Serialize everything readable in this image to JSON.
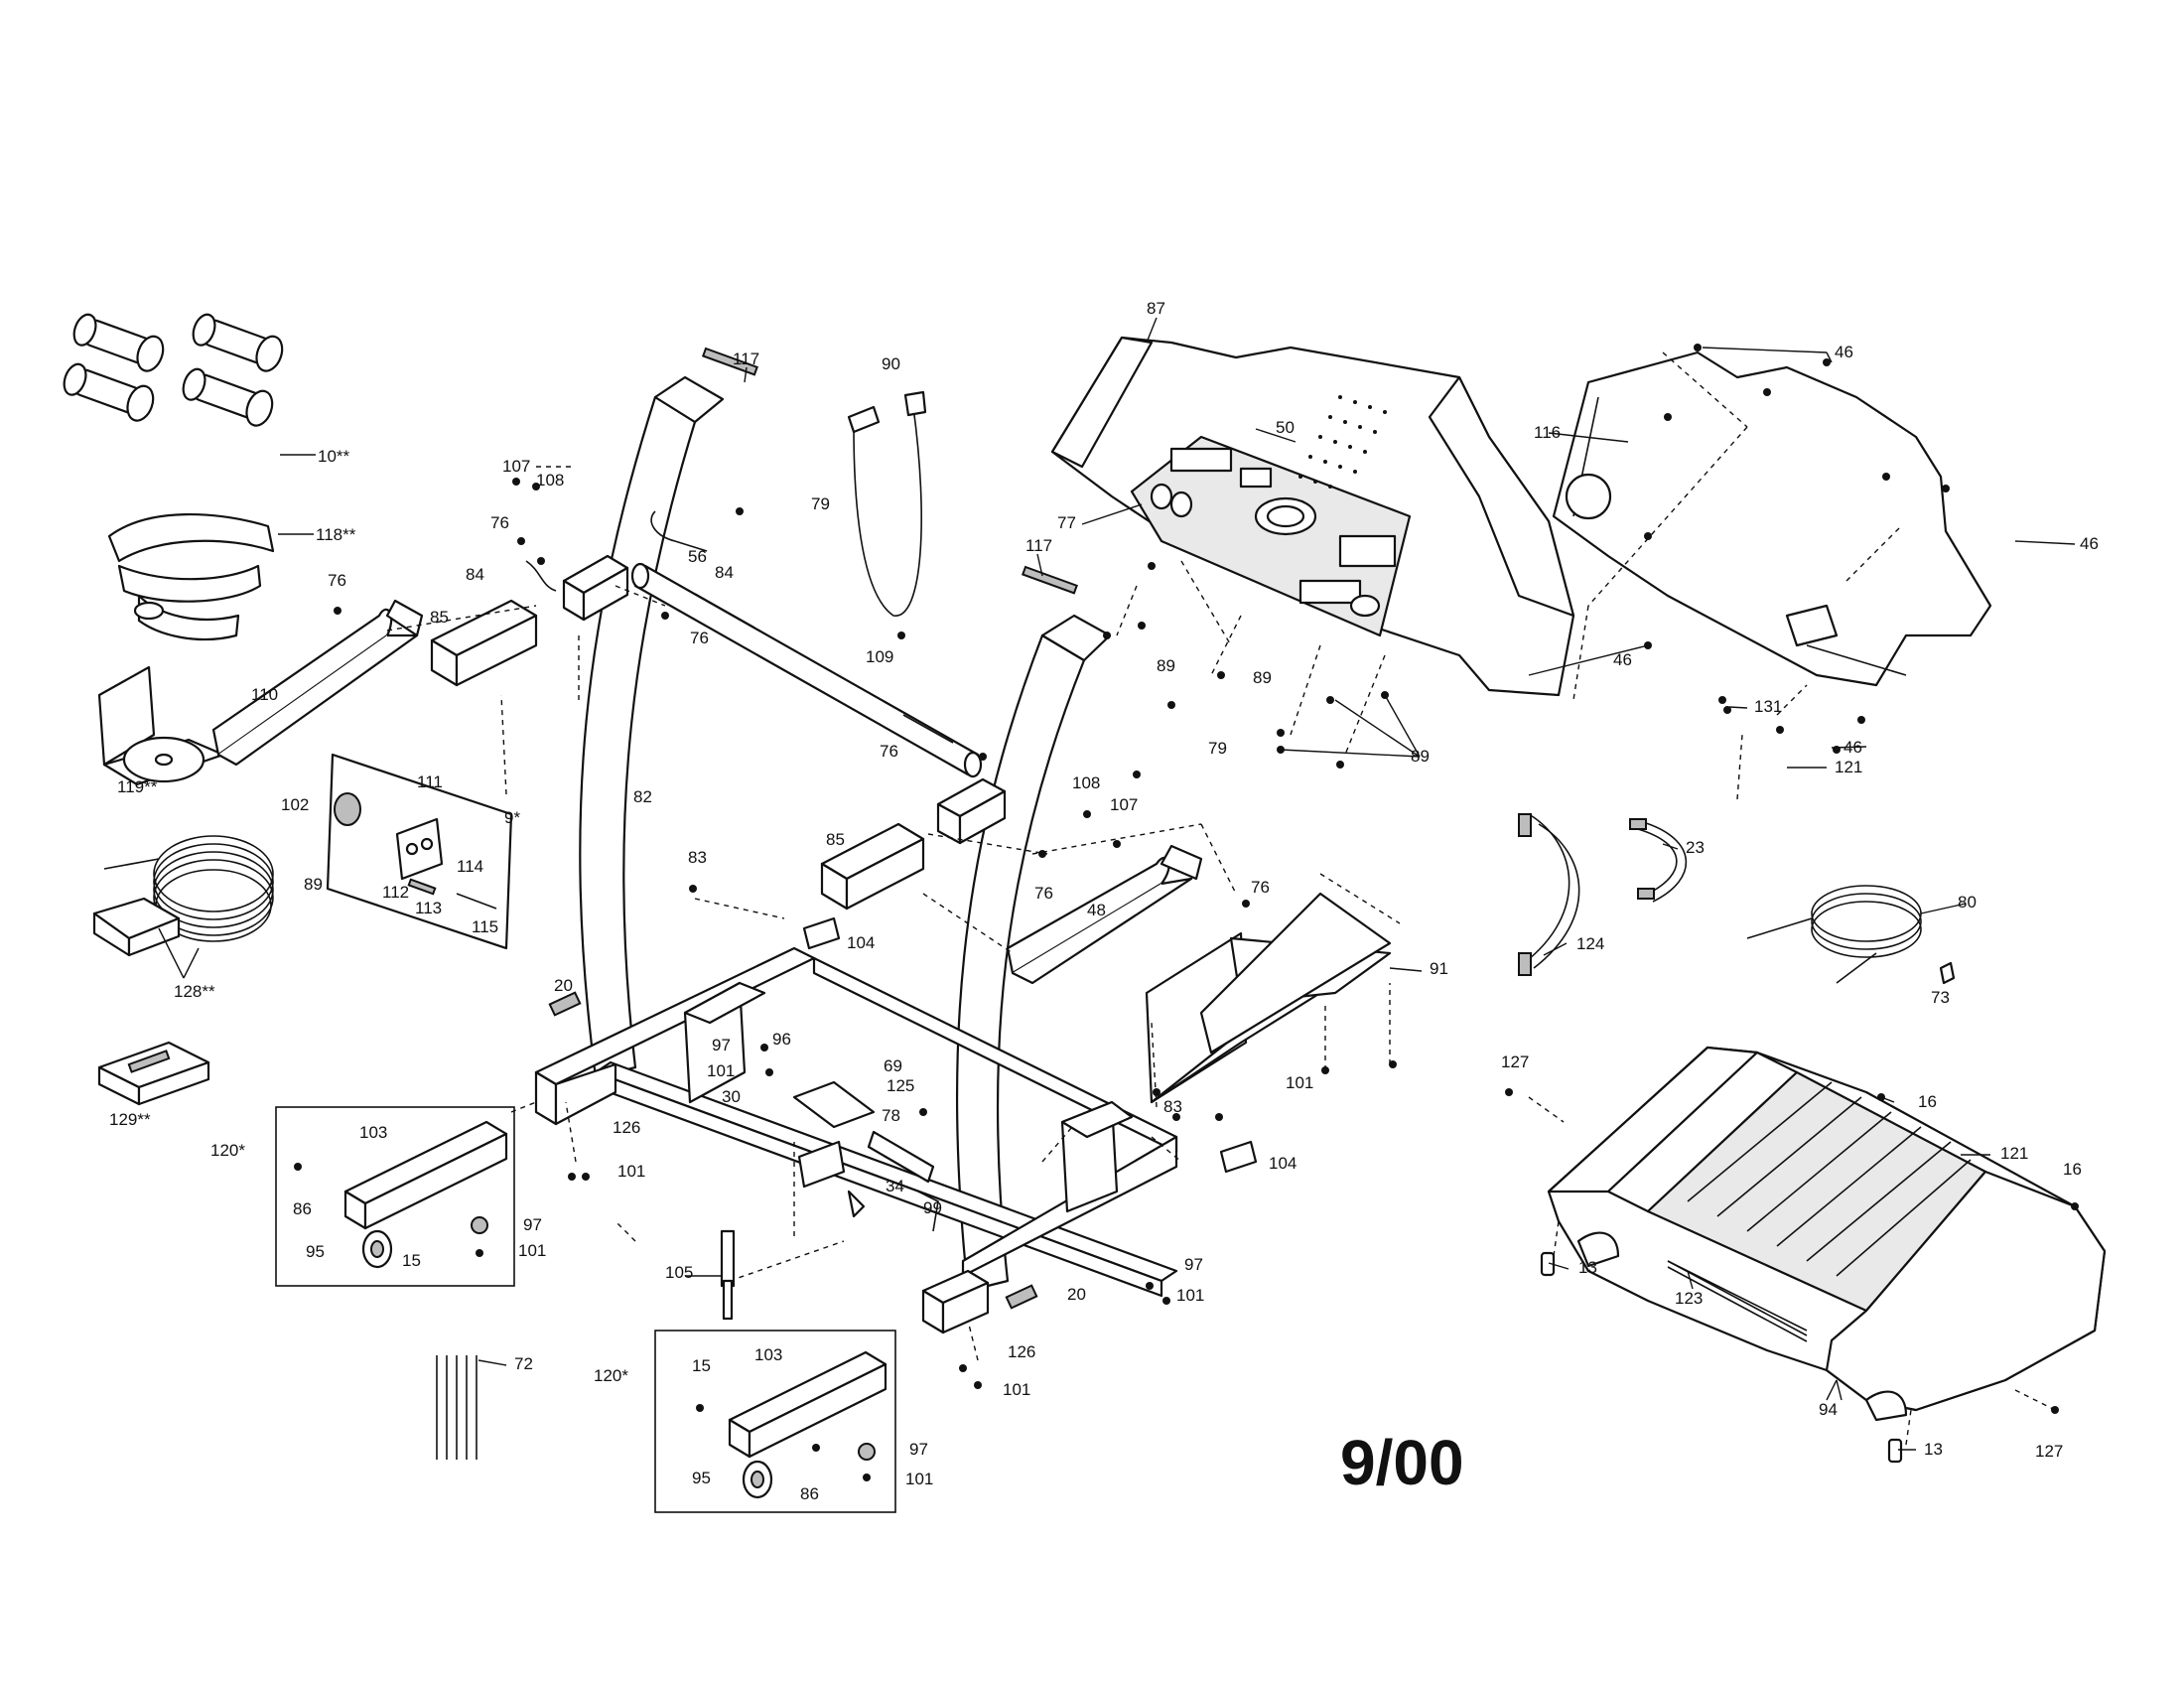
{
  "date_code": "9/00",
  "callouts": {
    "c10": "10**",
    "c118": "118**",
    "c119": "119**",
    "c128": "128**",
    "c129": "129**",
    "c117a": "117",
    "c117b": "117",
    "c90": "90",
    "c87": "87",
    "c50": "50",
    "c77": "77",
    "c46a": "46",
    "c46b": "46",
    "c46c": "46",
    "c46d": "46",
    "c116": "116",
    "c131": "131",
    "c121a": "121",
    "c107a": "107",
    "c108a": "108",
    "c76a": "76",
    "c76b": "76",
    "c76c": "76",
    "c76d": "76",
    "c76e": "76",
    "c76f": "76",
    "c84a": "84",
    "c84b": "84",
    "c56": "56",
    "c79a": "79",
    "c79b": "79",
    "c85a": "85",
    "c85b": "85",
    "c110": "110",
    "c109": "109",
    "c89a": "89",
    "c89b": "89",
    "c89c": "89",
    "c89d": "89",
    "c82": "82",
    "c111": "111",
    "c102": "102",
    "c9": "9*",
    "c114": "114",
    "c112": "112",
    "c113": "113",
    "c115": "115",
    "c108b": "108",
    "c107b": "107",
    "c83a": "83",
    "c83b": "83",
    "c104a": "104",
    "c104b": "104",
    "c48": "48",
    "c91": "91",
    "c23": "23",
    "c124": "124",
    "c80": "80",
    "c73": "73",
    "c20a": "20",
    "c20b": "20",
    "c97a": "97",
    "c97b": "97",
    "c97c": "97",
    "c97d": "97",
    "c96": "96",
    "c69": "69",
    "c125": "125",
    "c101a": "101",
    "c101b": "101",
    "c101c": "101",
    "c101d": "101",
    "c101e": "101",
    "c101f": "101",
    "c30": "30",
    "c78": "78",
    "c34": "34",
    "c99": "99",
    "c126a": "126",
    "c126b": "126",
    "c120a": "120*",
    "c120b": "120*",
    "c103a": "103",
    "c103b": "103",
    "c86a": "86",
    "c86b": "86",
    "c95a": "95",
    "c95b": "95",
    "c15a": "15",
    "c15b": "15",
    "c105": "105",
    "c72": "72",
    "c127a": "127",
    "c127b": "127",
    "c16a": "16",
    "c16b": "16",
    "c121b": "121",
    "c13a": "13",
    "c13b": "13",
    "c123": "123",
    "c94": "94"
  }
}
